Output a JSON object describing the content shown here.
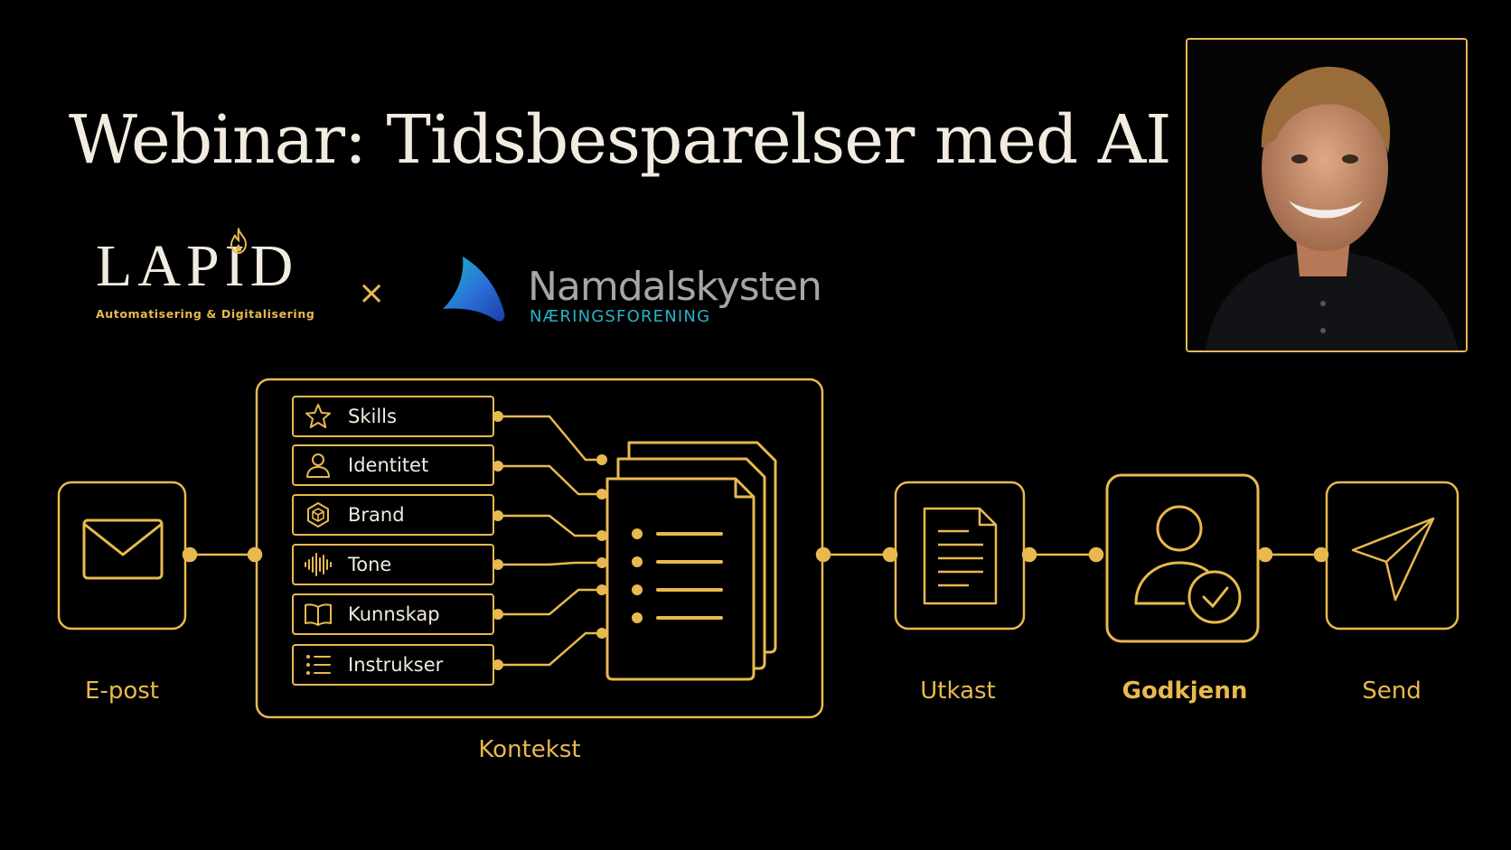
{
  "title": "Webinar: Tidsbesparelser med AI",
  "logos": {
    "lapid": {
      "name": "LAPID",
      "tagline": "Automatisering & Digitalisering"
    },
    "separator": "×",
    "partner": {
      "name": "Namdalskysten",
      "subtitle": "NÆRINGSFORENING"
    }
  },
  "flow": {
    "steps": [
      {
        "id": "epost",
        "label": "E-post",
        "icon": "envelope-icon"
      },
      {
        "id": "kontekst",
        "label": "Kontekst",
        "icon": "documents-stack-icon"
      },
      {
        "id": "utkast",
        "label": "Utkast",
        "icon": "document-icon"
      },
      {
        "id": "godkjenn",
        "label": "Godkjenn",
        "icon": "user-check-icon",
        "emphasis": true
      },
      {
        "id": "send",
        "label": "Send",
        "icon": "paper-plane-icon"
      }
    ],
    "context_items": [
      {
        "label": "Skills",
        "icon": "star-icon"
      },
      {
        "label": "Identitet",
        "icon": "user-icon"
      },
      {
        "label": "Brand",
        "icon": "hexagon-cube-icon"
      },
      {
        "label": "Tone",
        "icon": "waveform-icon"
      },
      {
        "label": "Kunnskap",
        "icon": "book-icon"
      },
      {
        "label": "Instrukser",
        "icon": "list-icon"
      }
    ]
  },
  "colors": {
    "background": "#000000",
    "accent": "#e8b94f",
    "title": "#f2ece0",
    "partner_gray": "#a6a6a6",
    "partner_teal": "#29b3c4"
  }
}
